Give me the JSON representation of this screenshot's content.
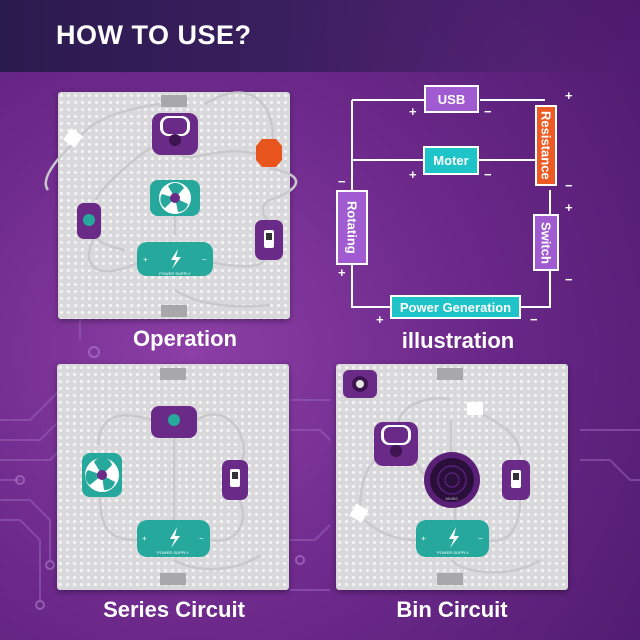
{
  "header": {
    "title": "HOW TO USE?"
  },
  "captions": {
    "operation": "Operation",
    "illustration": "illustration",
    "series": "Series Circuit",
    "bin": "Bin Circuit"
  },
  "illustration": {
    "usb": "USB",
    "moter": "Moter",
    "resistance": "Resistance",
    "rotating": "Rotating",
    "switch": "Switch",
    "power": "Power Generation",
    "plus": "+",
    "minus": "−",
    "colors": {
      "purple": "#a15bd0",
      "teal": "#1fc4c9",
      "orange": "#ee5a24"
    }
  },
  "modules": {
    "power_label": "POWER SUPPLY",
    "music_label": "MUSIC"
  },
  "colors": {
    "purple": "#6a2a88",
    "teal": "#26a89c",
    "orange": "#e8551c"
  }
}
